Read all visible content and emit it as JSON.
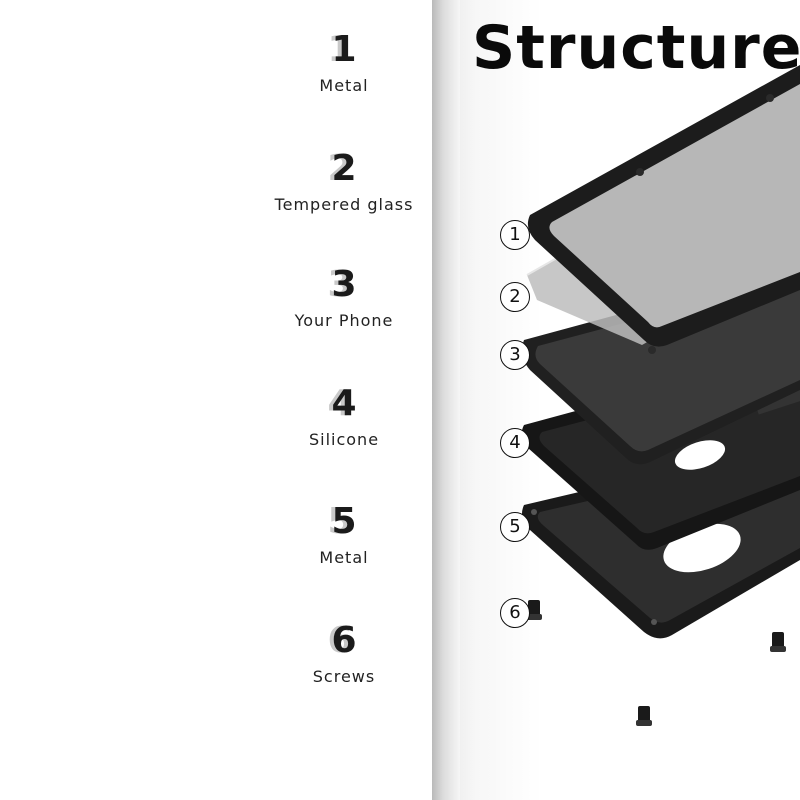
{
  "title": "Structure",
  "layers": [
    {
      "number": "1",
      "label": "Metal",
      "icon": "metal-frame-icon"
    },
    {
      "number": "2",
      "label": "Tempered glass",
      "icon": "glass-sheet-icon"
    },
    {
      "number": "3",
      "label": "Your Phone",
      "icon": "phone-icon"
    },
    {
      "number": "4",
      "label": "Silicone",
      "icon": "silicone-case-icon"
    },
    {
      "number": "5",
      "label": "Metal",
      "icon": "metal-back-icon"
    },
    {
      "number": "6",
      "label": "Screws",
      "icon": "screw-icon"
    }
  ],
  "colors": {
    "background": "#ffffff",
    "text": "#222222",
    "metal": "#1e1e1e",
    "glass": "#bdbdbd"
  }
}
